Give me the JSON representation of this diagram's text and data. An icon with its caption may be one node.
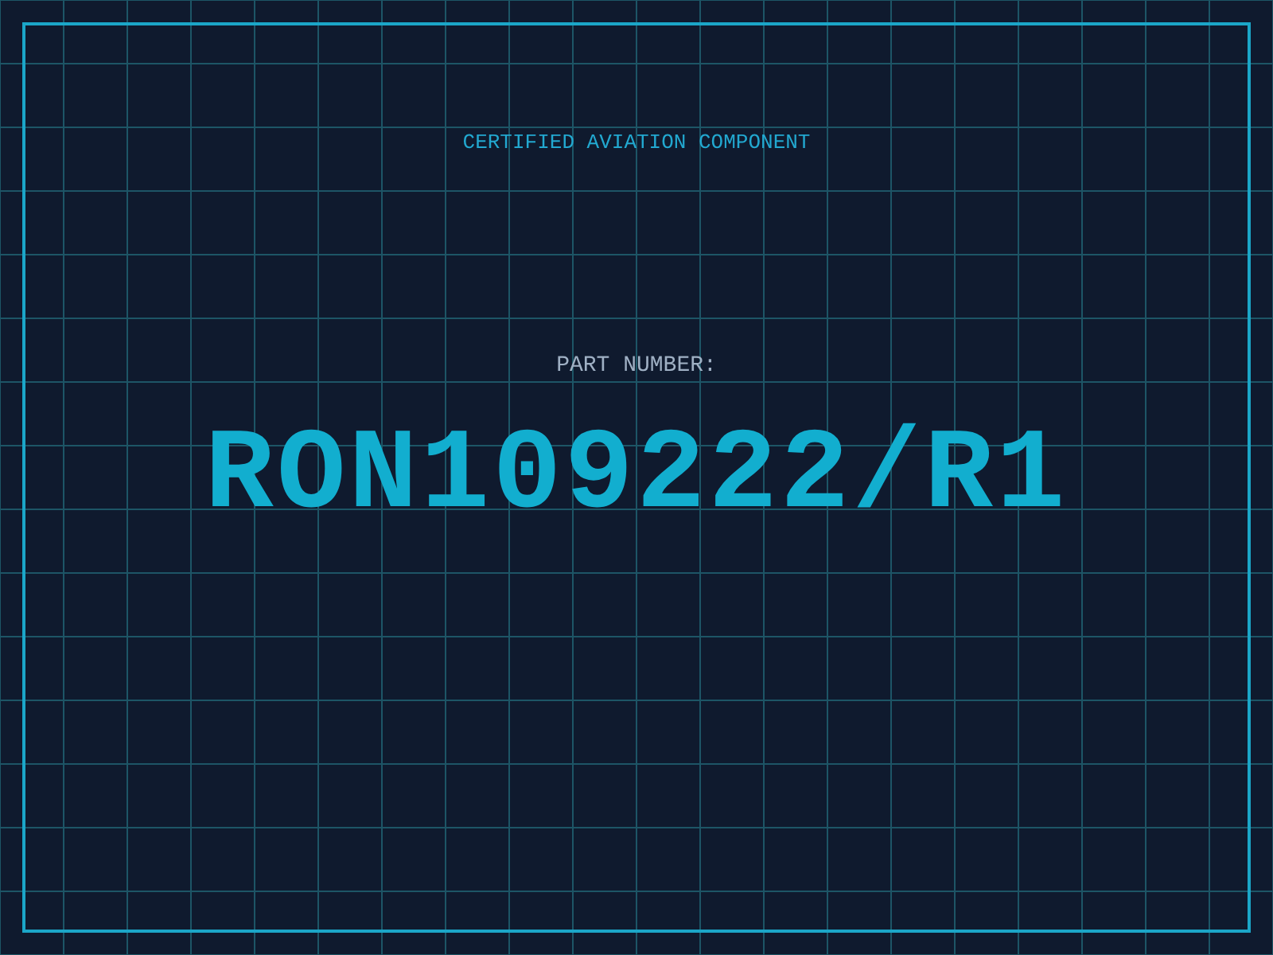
{
  "diagram": {
    "labels": [
      "CERTIFIED AVIATION COMPONENT",
      "PART NUMBER:",
      "RON109222/R1"
    ]
  }
}
